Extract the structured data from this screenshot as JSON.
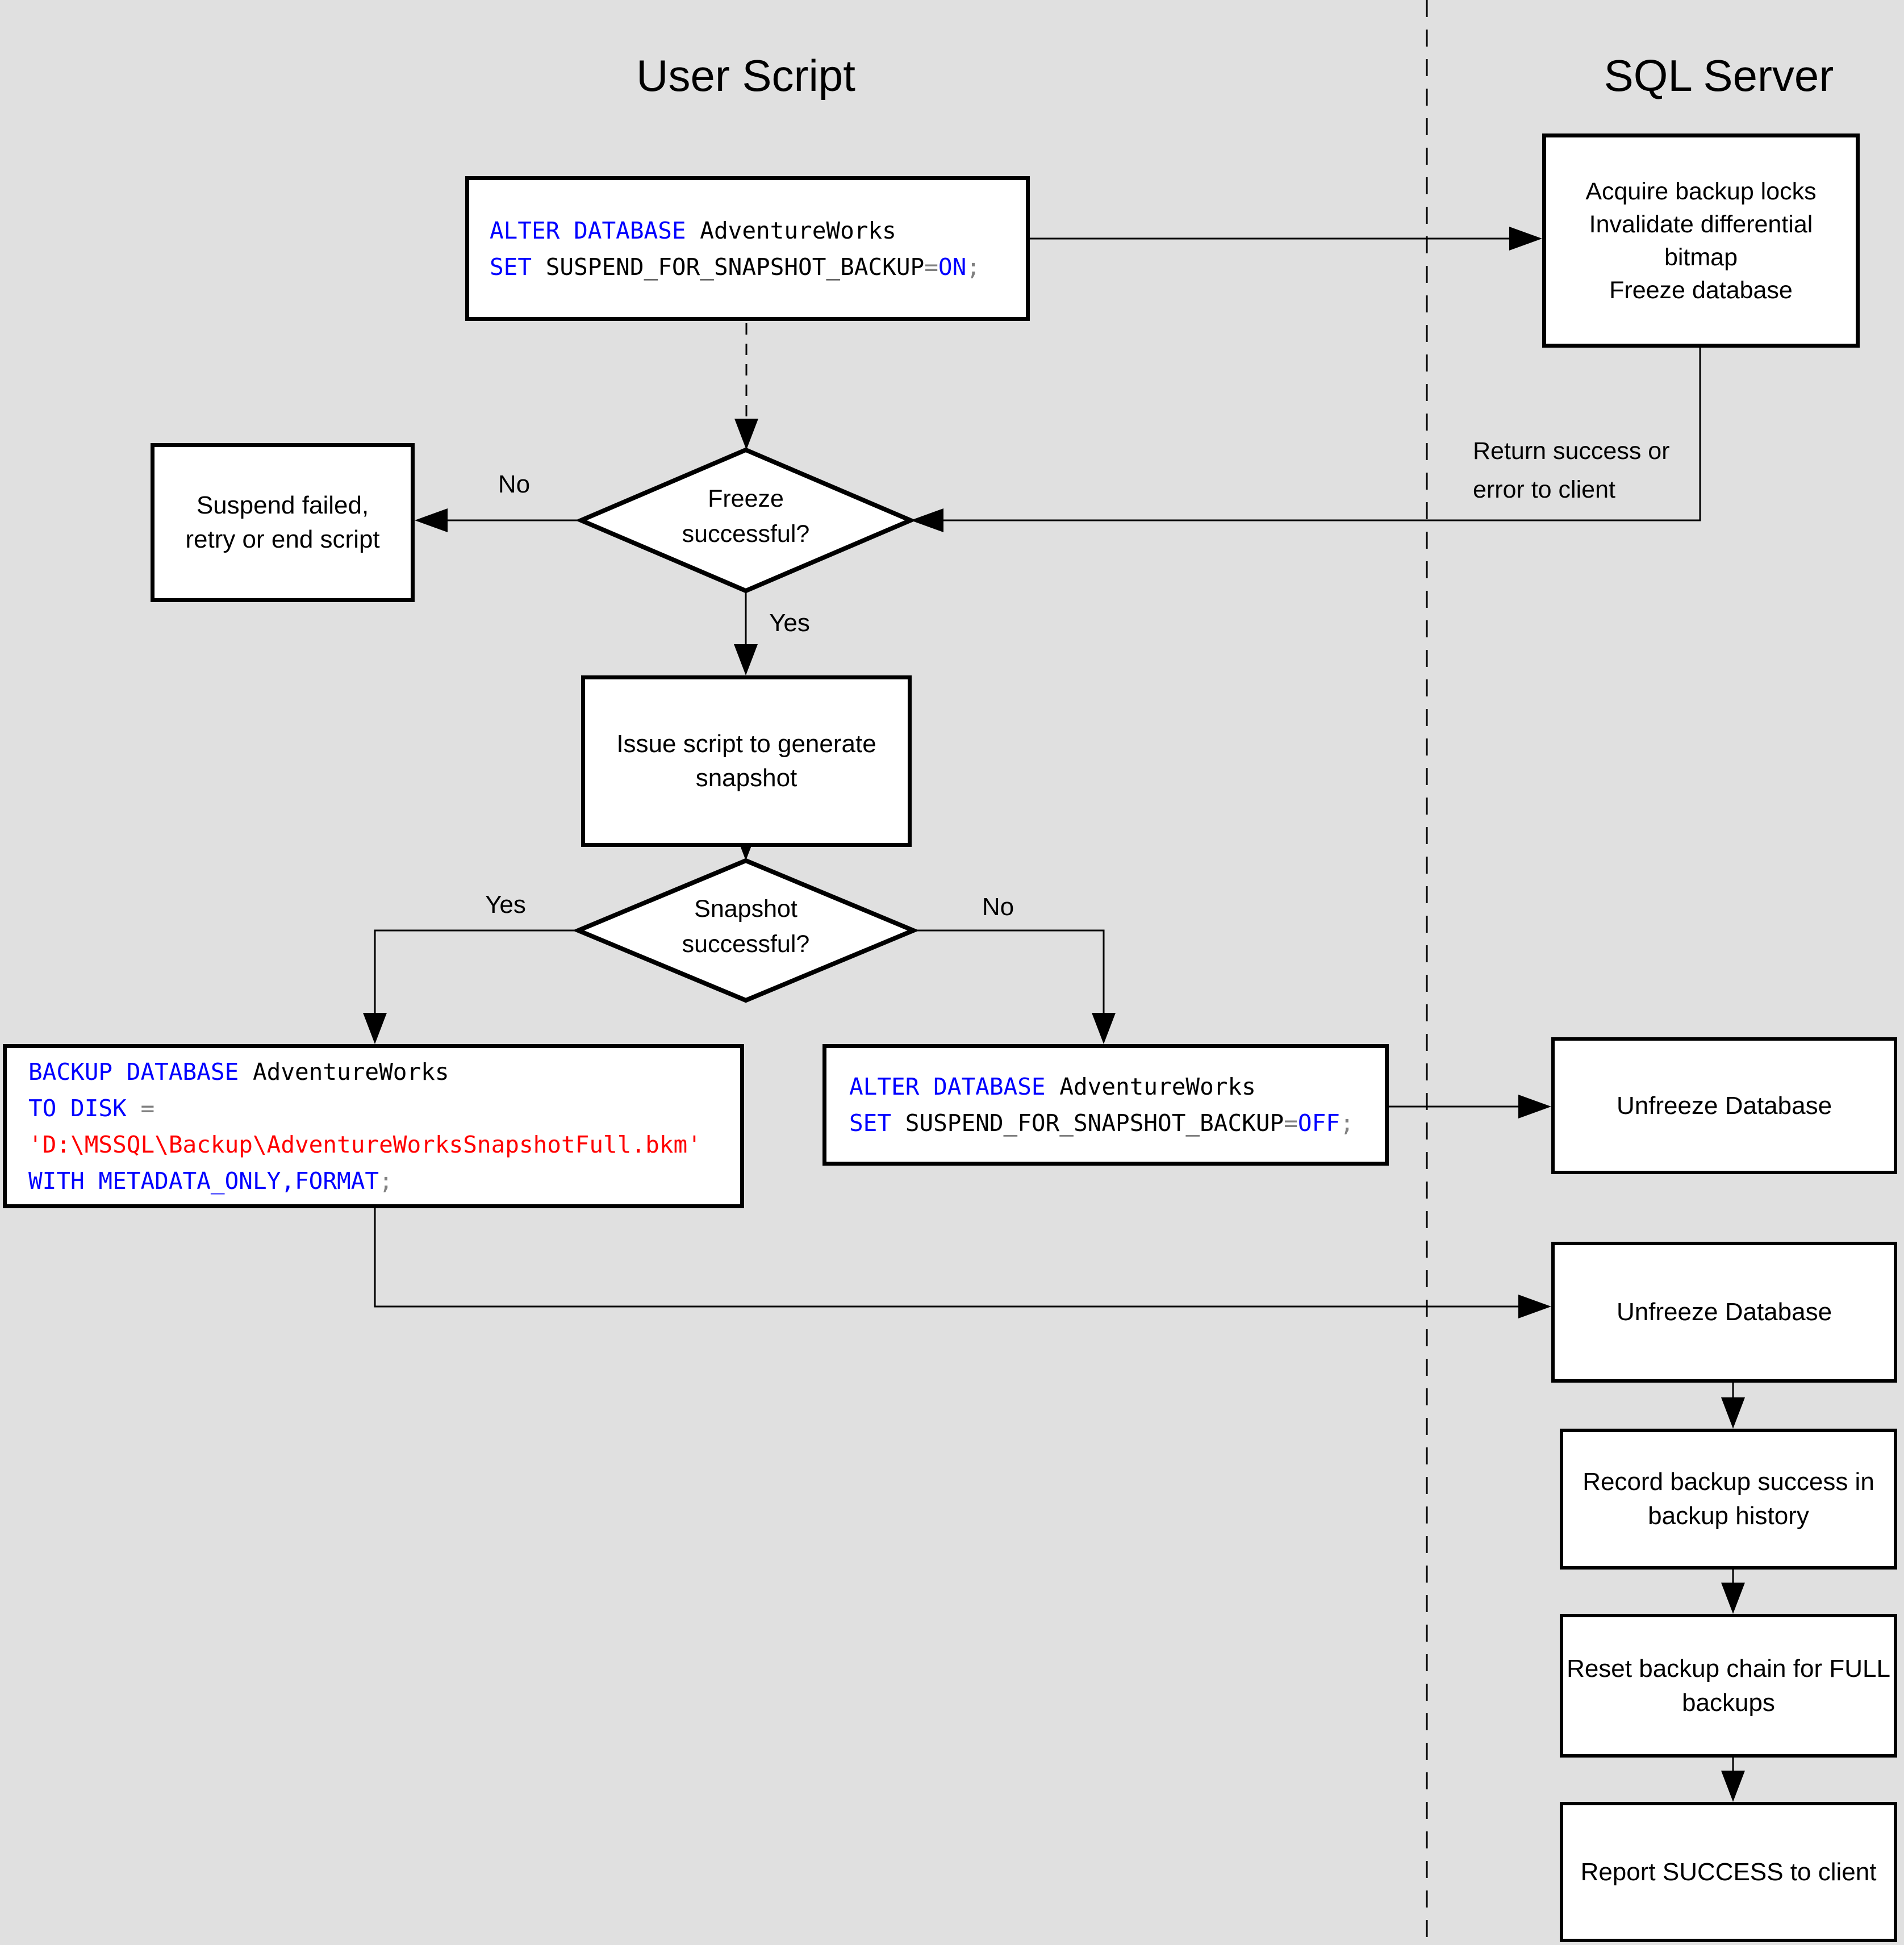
{
  "titles": {
    "left": "User Script",
    "right": "SQL Server"
  },
  "colors": {
    "background": "#e0e0e0",
    "box_fill": "#ffffff",
    "line": "#000000",
    "keyword": "#0000ff",
    "string_literal": "#ff0000",
    "operator": "#808080"
  },
  "edge_labels": {
    "freeze_no": "No",
    "freeze_yes": "Yes",
    "snapshot_yes": "Yes",
    "snapshot_no": "No"
  },
  "note": {
    "line1": "Return success or",
    "line2": "error to client"
  },
  "diamonds": {
    "freeze": {
      "line1": "Freeze",
      "line2": "successful?"
    },
    "snapshot": {
      "line1": "Snapshot",
      "line2": "successful?"
    }
  },
  "boxes": {
    "alter_on": {
      "l1_keyword": "ALTER DATABASE",
      "l1_text": " AdventureWorks",
      "l2_keyword": "SET",
      "l2_text": " SUSPEND_FOR_SNAPSHOT_BACKUP",
      "l2_operator": "=",
      "l2_keyword2": "ON",
      "l2_semicolon": ";"
    },
    "acquire": {
      "line1": "Acquire backup locks",
      "line2": "Invalidate differential",
      "line3": "bitmap",
      "line4": "Freeze database"
    },
    "suspend": {
      "line1": "Suspend failed,",
      "line2": "retry or end script"
    },
    "issue": {
      "line1": "Issue script to generate",
      "line2": "snapshot"
    },
    "backup": {
      "l1_keyword": "BACKUP DATABASE",
      "l1_text": " AdventureWorks",
      "l2_keyword": "TO DISK",
      "l2_operator": " =",
      "l3_string": "'D:\\MSSQL\\Backup\\AdventureWorksSnapshotFull.bkm'",
      "l4_keyword": "WITH METADATA_ONLY,FORMAT",
      "l4_semicolon": ";"
    },
    "alter_off": {
      "l1_keyword": "ALTER DATABASE",
      "l1_text": " AdventureWorks",
      "l2_keyword": "SET",
      "l2_text": " SUSPEND_FOR_SNAPSHOT_BACKUP",
      "l2_operator": "=",
      "l2_keyword2": "OFF",
      "l2_semicolon": ";"
    },
    "unfreeze1": {
      "line1": "Unfreeze Database"
    },
    "unfreeze2": {
      "line1": "Unfreeze Database"
    },
    "record": {
      "line1": "Record backup success in",
      "line2": "backup history"
    },
    "reset": {
      "line1": "Reset backup chain for FULL",
      "line2": "backups"
    },
    "report": {
      "line1": "Report SUCCESS to client"
    }
  }
}
